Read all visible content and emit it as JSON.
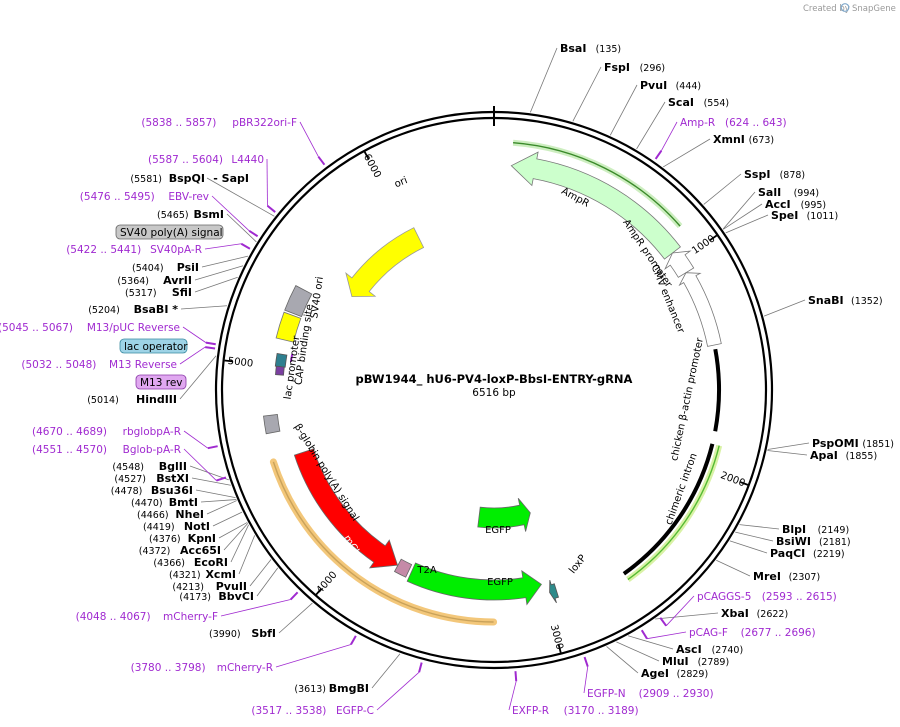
{
  "credit": {
    "prefix": "Created by",
    "brand": "SnapGene"
  },
  "plasmid": {
    "name": "pBW1944_ hU6-PV4-loxP-BbsI-ENTRY-gRNA",
    "length_label": "6516 bp",
    "length": 6516
  },
  "tick_labels": [
    "1000",
    "2000",
    "3000",
    "4000",
    "5000",
    "6000"
  ],
  "sites": [
    {
      "name": "BsaI",
      "pos": "(135)",
      "bp": 135,
      "side": "R"
    },
    {
      "name": "FspI",
      "pos": "(296)",
      "bp": 296,
      "side": "R"
    },
    {
      "name": "PvuI",
      "pos": "(444)",
      "bp": 444,
      "side": "R"
    },
    {
      "name": "ScaI",
      "pos": "(554)",
      "bp": 554,
      "side": "R"
    },
    {
      "name": "XmnI",
      "pos": "(673)",
      "bp": 673,
      "side": "R"
    },
    {
      "name": "SspI",
      "pos": "(878)",
      "bp": 878,
      "side": "R"
    },
    {
      "name": "SalI",
      "pos": "(994)",
      "bp": 994,
      "side": "R"
    },
    {
      "name": "AccI",
      "pos": "(995)",
      "bp": 995,
      "side": "R"
    },
    {
      "name": "SpeI",
      "pos": "(1011)",
      "bp": 1011,
      "side": "R"
    },
    {
      "name": "SnaBI",
      "pos": "(1352)",
      "bp": 1352,
      "side": "R"
    },
    {
      "name": "PspOMI",
      "pos": "(1851)",
      "bp": 1851,
      "side": "R"
    },
    {
      "name": "ApaI",
      "pos": "(1855)",
      "bp": 1855,
      "side": "R"
    },
    {
      "name": "BlpI",
      "pos": "(2149)",
      "bp": 2149,
      "side": "R"
    },
    {
      "name": "BsiWI",
      "pos": "(2181)",
      "bp": 2181,
      "side": "R"
    },
    {
      "name": "PaqCI",
      "pos": "(2219)",
      "bp": 2219,
      "side": "R"
    },
    {
      "name": "MreI",
      "pos": "(2307)",
      "bp": 2307,
      "side": "R"
    },
    {
      "name": "XbaI",
      "pos": "(2622)",
      "bp": 2622,
      "side": "R"
    },
    {
      "name": "AscI",
      "pos": "(2740)",
      "bp": 2740,
      "side": "R"
    },
    {
      "name": "MluI",
      "pos": "(2789)",
      "bp": 2789,
      "side": "R"
    },
    {
      "name": "AgeI",
      "pos": "(2829)",
      "bp": 2829,
      "side": "R"
    },
    {
      "name": "BmgBI",
      "pos": "(3613)",
      "bp": 3613,
      "side": "L"
    },
    {
      "name": "SbfI",
      "pos": "(3990)",
      "bp": 3990,
      "side": "L"
    },
    {
      "name": "BbvCI",
      "pos": "(4173)",
      "bp": 4173,
      "side": "L"
    },
    {
      "name": "PvuII",
      "pos": "(4213)",
      "bp": 4213,
      "side": "L"
    },
    {
      "name": "XcmI",
      "pos": "(4321)",
      "bp": 4321,
      "side": "L"
    },
    {
      "name": "EcoRI",
      "pos": "(4366)",
      "bp": 4366,
      "side": "L"
    },
    {
      "name": "Acc65I",
      "pos": "(4372)",
      "bp": 4372,
      "side": "L"
    },
    {
      "name": "KpnI",
      "pos": "(4376)",
      "bp": 4376,
      "side": "L"
    },
    {
      "name": "NotI",
      "pos": "(4419)",
      "bp": 4419,
      "side": "L"
    },
    {
      "name": "NheI",
      "pos": "(4466)",
      "bp": 4466,
      "side": "L"
    },
    {
      "name": "BmtI",
      "pos": "(4470)",
      "bp": 4470,
      "side": "L"
    },
    {
      "name": "Bsu36I",
      "pos": "(4478)",
      "bp": 4478,
      "side": "L"
    },
    {
      "name": "BstXI",
      "pos": "(4527)",
      "bp": 4527,
      "side": "L"
    },
    {
      "name": "BglII",
      "pos": "(4548)",
      "bp": 4548,
      "side": "L"
    },
    {
      "name": "HindIII",
      "pos": "(5014)",
      "bp": 5014,
      "side": "L"
    },
    {
      "name": "BsaBI *",
      "pos": "(5204)",
      "bp": 5204,
      "side": "L"
    },
    {
      "name": "SfiI",
      "pos": "(5317)",
      "bp": 5317,
      "side": "L"
    },
    {
      "name": "AvrII",
      "pos": "(5364)",
      "bp": 5364,
      "side": "L"
    },
    {
      "name": "PsiI",
      "pos": "(5404)",
      "bp": 5404,
      "side": "L"
    },
    {
      "name": "BsmI",
      "pos": "(5465)",
      "bp": 5465,
      "side": "L"
    },
    {
      "name": "BspQI",
      "pos": "(5581)",
      "bp": 5581,
      "side": "L"
    },
    {
      "name": "- SapI",
      "pos": "",
      "bp": 5581,
      "side": "L"
    }
  ],
  "primers": [
    {
      "name": "Amp-R",
      "range": "(624 .. 643)",
      "bp": 633,
      "side": "R"
    },
    {
      "name": "pCAGGS-5",
      "range": "(2593 .. 2615)",
      "bp": 2604,
      "side": "R"
    },
    {
      "name": "pCAG-F",
      "range": "(2677 .. 2696)",
      "bp": 2686,
      "side": "R"
    },
    {
      "name": "EGFP-N",
      "range": "(2909 .. 2930)",
      "bp": 2919,
      "side": "R"
    },
    {
      "name": "EXFP-R",
      "range": "(3170 .. 3189)",
      "bp": 3179,
      "side": "R"
    },
    {
      "name": "EGFP-C",
      "range": "(3517 .. 3538)",
      "bp": 3527,
      "side": "L"
    },
    {
      "name": "mCherry-R",
      "range": "(3780 .. 3798)",
      "bp": 3789,
      "side": "L"
    },
    {
      "name": "mCherry-F",
      "range": "(4048 .. 4067)",
      "bp": 4057,
      "side": "L"
    },
    {
      "name": "Bglob-pA-R",
      "range": "(4551 .. 4570)",
      "bp": 4560,
      "side": "L"
    },
    {
      "name": "rbglobpA-R",
      "range": "(4670 .. 4689)",
      "bp": 4679,
      "side": "L"
    },
    {
      "name": "M13 Reverse",
      "range": "(5032 .. 5048)",
      "bp": 5040,
      "side": "L"
    },
    {
      "name": "M13/pUC Reverse",
      "range": "(5045 .. 5067)",
      "bp": 5056,
      "side": "L"
    },
    {
      "name": "SV40pA-R",
      "range": "(5422 .. 5441)",
      "bp": 5431,
      "side": "L"
    },
    {
      "name": "EBV-rev",
      "range": "(5476 .. 5495)",
      "bp": 5485,
      "side": "L"
    },
    {
      "name": "L4440",
      "range": "(5587 .. 5604)",
      "bp": 5595,
      "side": "L"
    },
    {
      "name": "pBR322ori-F",
      "range": "(5838 .. 5857)",
      "bp": 5847,
      "side": "L"
    }
  ],
  "boxed_features": [
    {
      "label": "SV40 poly(A) signal",
      "color": "#c8c8c8"
    },
    {
      "label": "lac operator",
      "color": "#9ed3e6"
    },
    {
      "label": "M13 rev",
      "color": "#e0a8f0"
    }
  ],
  "features": {
    "ori": "ori",
    "ampr": "AmpR",
    "ampr_promoter": "AmpR promoter",
    "cmv_enhancer": "CMV enhancer",
    "chicken_actin": "chicken β-actin promoter",
    "chimeric_intron": "chimeric intron",
    "loxp": "loxP",
    "egfp1": "EGFP",
    "egfp2": "EGFP",
    "t2a": "T2A",
    "mcherry": "mCherry",
    "bglobin": "β-globin poly(A) signal",
    "lac_promoter": "lac promoter",
    "cap_site": "CAP binding site",
    "sv40_ori": "SV40 ori"
  },
  "colors": {
    "primer": "#a02ad0",
    "ori": "#ffff00",
    "ampr": "#ccffcc",
    "egfp": "#00ee00",
    "mcherry": "#ff0000",
    "orange_glow": "#f3c77a"
  }
}
